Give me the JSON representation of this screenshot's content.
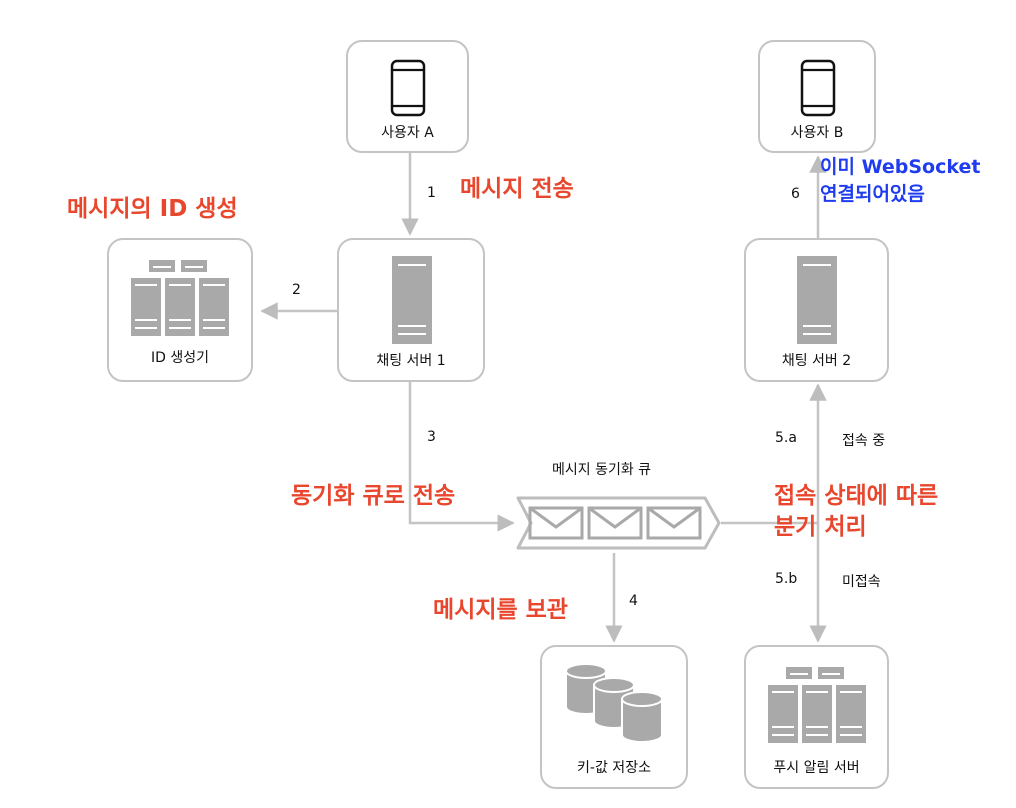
{
  "nodes": {
    "user_a": "사용자 A",
    "user_b": "사용자 B",
    "id_gen": "ID 생성기",
    "chat1": "채팅 서버 1",
    "chat2": "채팅 서버 2",
    "queue": "메시지 동기화 큐",
    "kv": "키-값 저장소",
    "push": "푸시 알림 서버"
  },
  "steps": {
    "s1": "1",
    "s2": "2",
    "s3": "3",
    "s4": "4",
    "s5a": "5.a",
    "s5b": "5.b",
    "s6": "6",
    "connected": "접속 중",
    "not_connected": "미접속"
  },
  "annotations": {
    "send_message": "메시지 전송",
    "id_create": "메시지의 ID 생성",
    "queue_send": "동기화 큐로 전송",
    "store": "메시지를 보관",
    "branch_line1": "접속 상태에 따른",
    "branch_line2": "분기 처리",
    "ws_line1": "이미 WebSocket",
    "ws_line2": "연결되어있음"
  },
  "colors": {
    "accent_red": "#e8472e",
    "accent_blue": "#1f3cf0",
    "line_gray": "#c4c4c4",
    "icon_gray": "#a9a9a9"
  }
}
